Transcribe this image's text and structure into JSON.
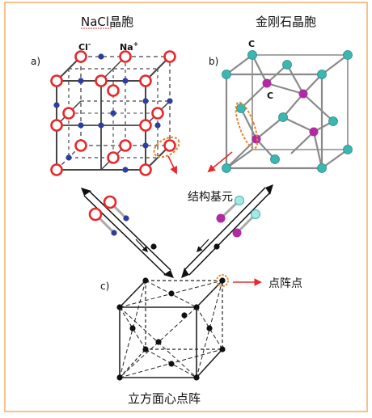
{
  "titles": {
    "nacl_prefix": "NaCl",
    "nacl_suffix": "晶胞",
    "diamond": "金刚石晶胞"
  },
  "labels": {
    "panel_a": "a)",
    "panel_b": "b)",
    "panel_c": "c)",
    "cl_ion": "Cl",
    "cl_charge": "-",
    "na_ion": "Na",
    "na_charge": "+",
    "carbon_top": "C",
    "carbon_inner": "C",
    "structural_unit": "结构基元",
    "lattice_point": "点阵点",
    "fcc_lattice": "立方面心点阵"
  },
  "colors": {
    "frame_border": "#f4c28a",
    "cl_ring": "#e8282b",
    "na_dot": "#2e3ea0",
    "carbon_teal": "#3cb6b0",
    "carbon_magenta": "#b02aa4",
    "highlight_orange": "#e8832a",
    "arrow_red": "#e8282b",
    "lattice_black": "#111111",
    "cell_edge": "#555555"
  }
}
